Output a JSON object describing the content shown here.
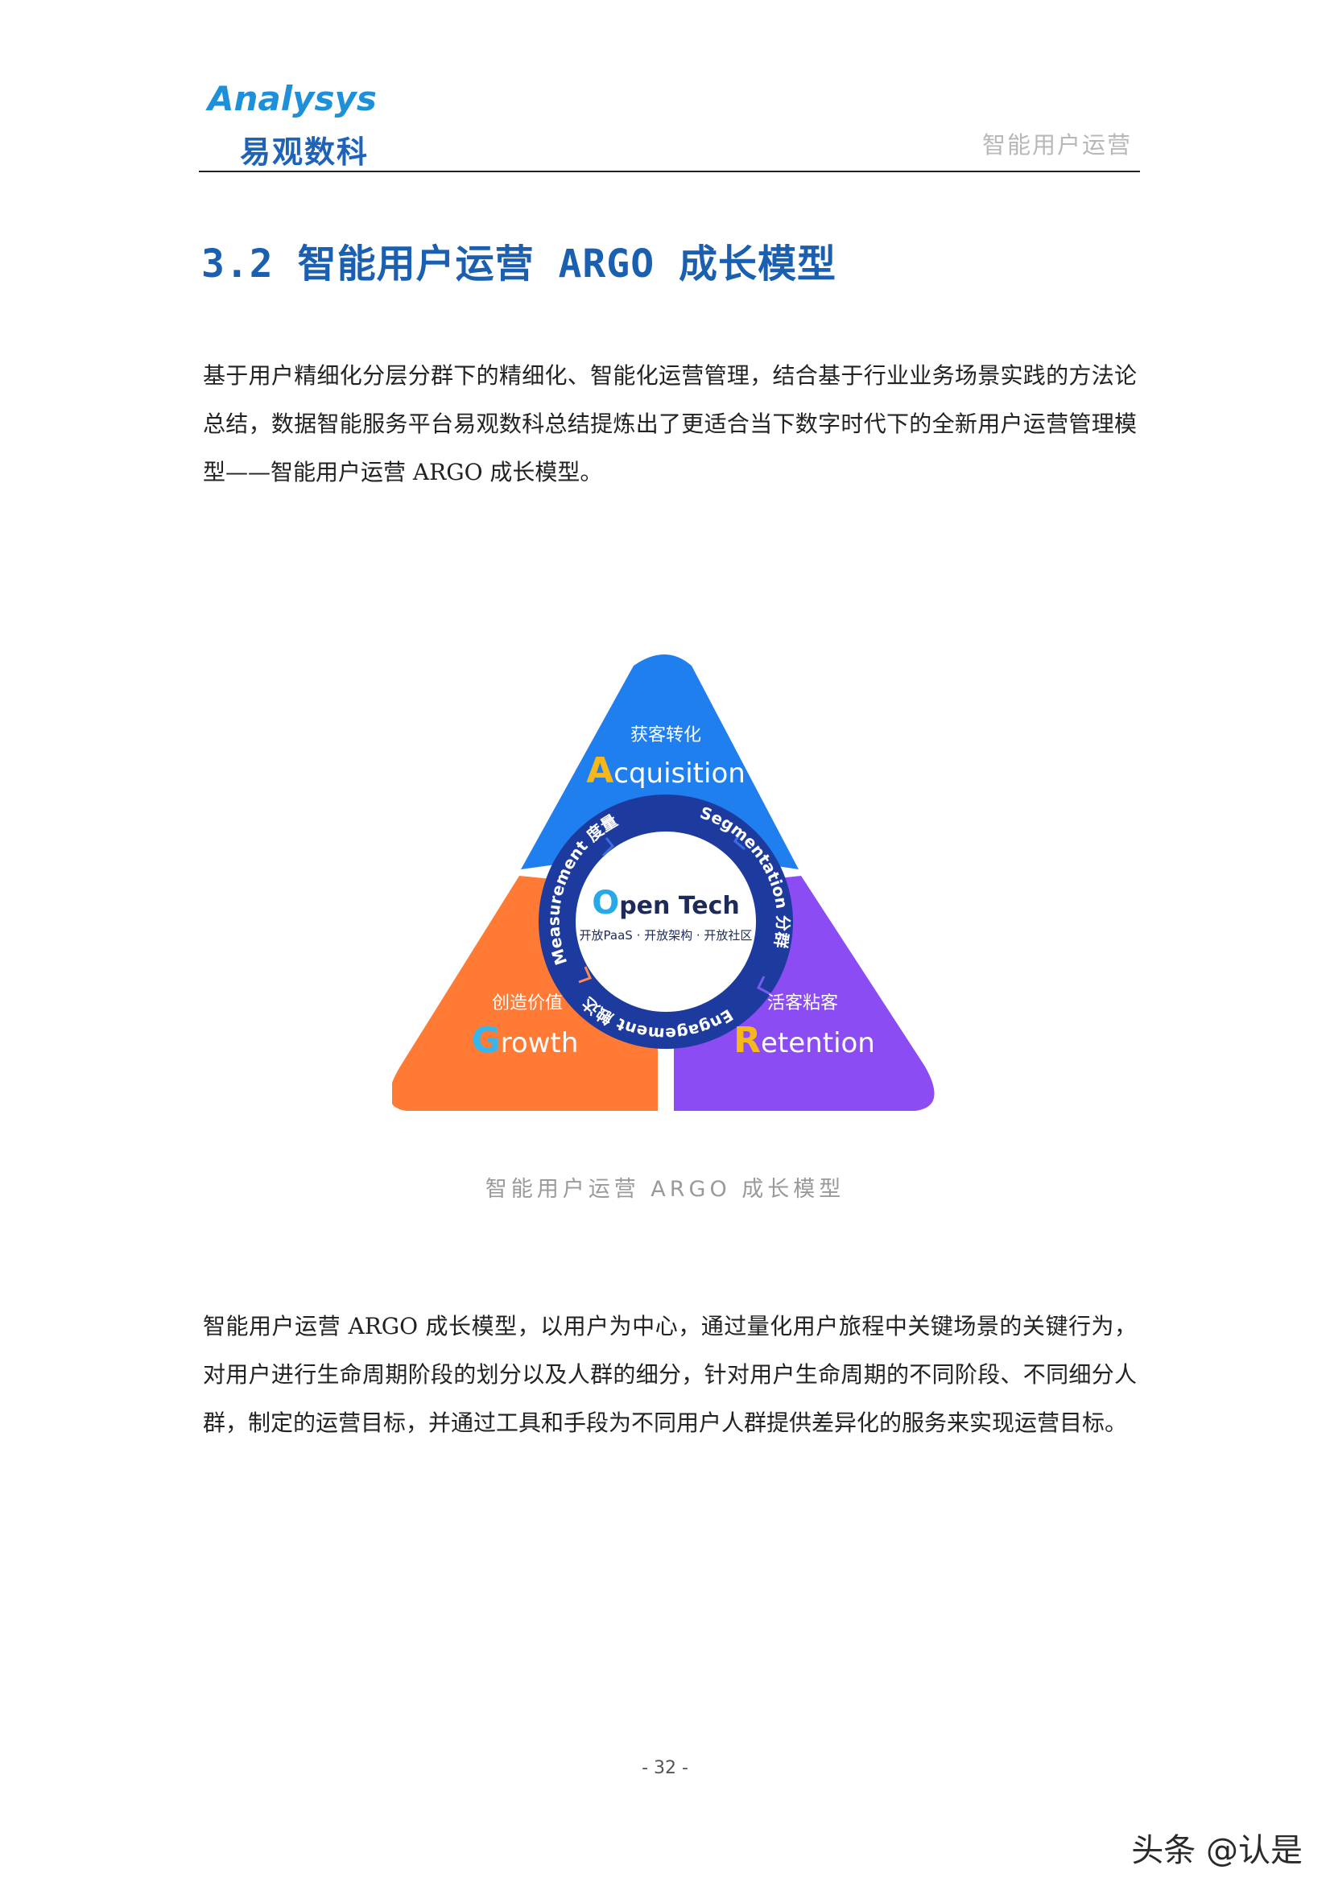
{
  "header": {
    "logo_text_en": "Analysys",
    "logo_text_cn": "易观数科",
    "title": "智能用户运营"
  },
  "section": {
    "heading": "3.2 智能用户运营 ARGO 成长模型"
  },
  "paragraphs": [
    "基于用户精细化分层分群下的精细化、智能化运营管理，结合基于行业业务场景实践的方法论总结，数据智能服务平台易观数科总结提炼出了更适合当下数字时代下的全新用户运营管理模型——智能用户运营 ARGO 成长模型。",
    "智能用户运营 ARGO 成长模型，以用户为中心，通过量化用户旅程中关键场景的关键行为，对用户进行生命周期阶段的划分以及人群的细分，针对用户生命周期的不同阶段、不同细分人群，制定的运营目标，并通过工具和手段为不同用户人群提供差异化的服务来实现运营目标。"
  ],
  "diagram": {
    "acquisition": {
      "cn": "获客转化",
      "initial": "A",
      "rest": "cquisition"
    },
    "growth": {
      "cn": "创造价值",
      "initial": "G",
      "rest": "rowth"
    },
    "retention": {
      "cn": "活客粘客",
      "initial": "R",
      "rest": "etention"
    },
    "ring": {
      "measurement": "Measurement 度量",
      "segmentation": "Segmentation 分群",
      "engagement": "Engagement 触达"
    },
    "center": {
      "title_initial": "O",
      "title_rest": "pen Tech",
      "subtitle": "开放PaaS · 开放架构 · 开放社区"
    },
    "colors": {
      "acquisition": "#1f7fef",
      "growth": "#ff7a35",
      "retention": "#8b4df3",
      "ring": "#1d3a9e",
      "accent": "#f5b71a"
    }
  },
  "caption": "智能用户运营 ARGO 成长模型",
  "page_number": "- 32 -",
  "watermark": "头条 @认是"
}
